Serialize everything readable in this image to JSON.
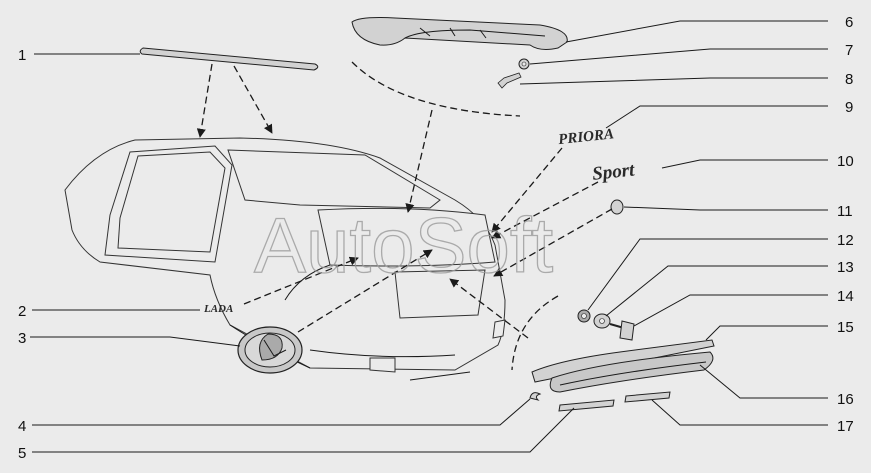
{
  "watermark": "AutoSoft",
  "callouts": [
    "1",
    "2",
    "3",
    "4",
    "5",
    "6",
    "7",
    "8",
    "9",
    "10",
    "11",
    "12",
    "13",
    "14",
    "15",
    "16",
    "17"
  ],
  "badges": {
    "lada": "LADA",
    "priora": "PRIORA",
    "sport": "Sport"
  },
  "colors": {
    "background": "#ebebeb",
    "line": "#1a1a1a",
    "part_fill": "#d2d2d2"
  }
}
